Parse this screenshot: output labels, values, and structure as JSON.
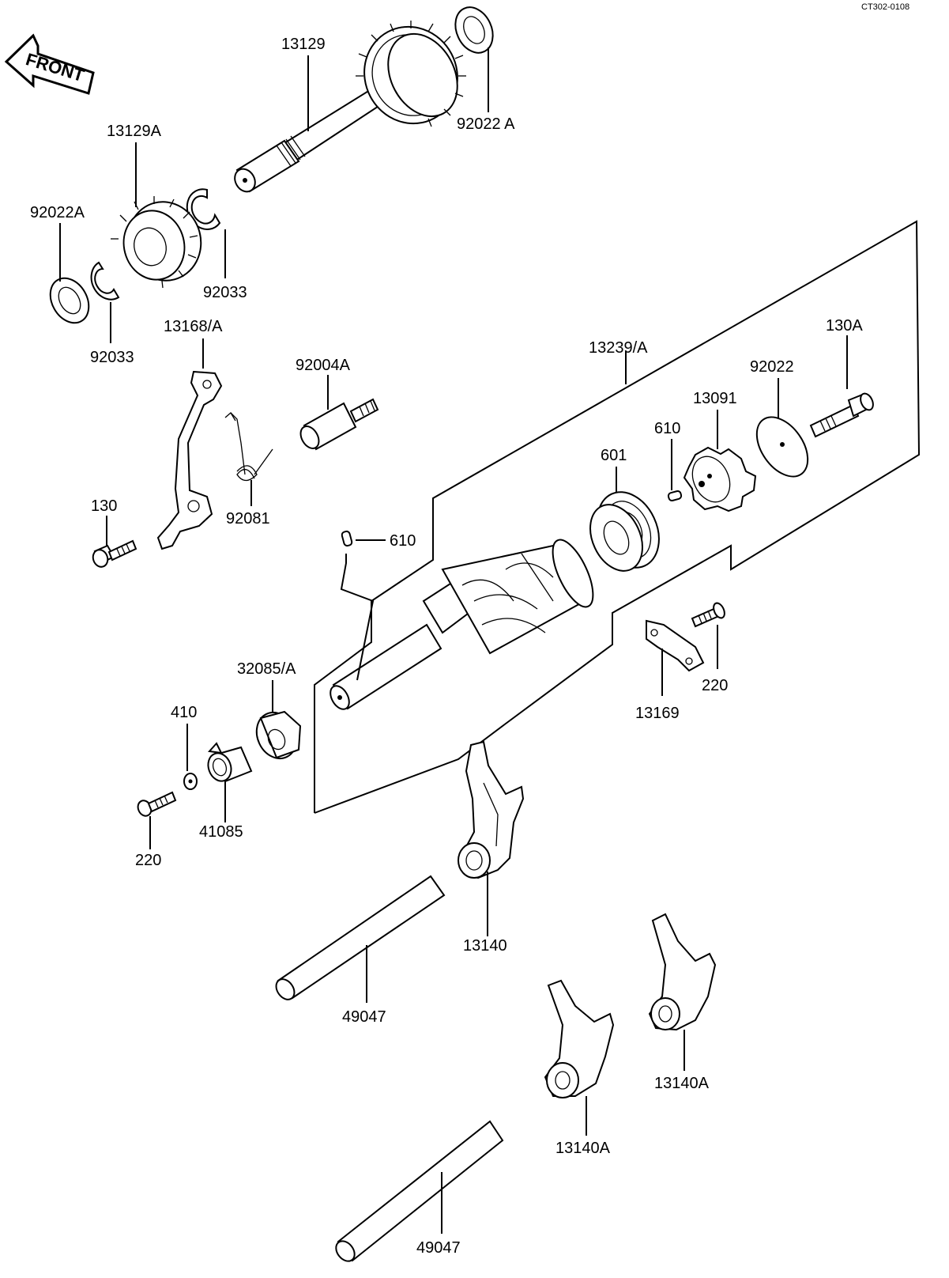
{
  "corner_code": "CT302-0108",
  "front_arrow_label": "FRONT",
  "labels": {
    "p13129": "13129",
    "p92022A_top": "92022 A",
    "p13129A": "13129A",
    "p92022A_left": "92022A",
    "p92033_a": "92033",
    "p92033_b": "92033",
    "p13168A": "13168/A",
    "p92004A": "92004A",
    "p13239A": "13239/A",
    "p130A": "130A",
    "p92022": "92022",
    "p13091": "13091",
    "p610_a": "610",
    "p601": "601",
    "p92081": "92081",
    "p130": "130",
    "p610_b": "610",
    "p220_a": "220",
    "p13169": "13169",
    "p32085A": "32085/A",
    "p410": "410",
    "p41085": "41085",
    "p220_b": "220",
    "p13140": "13140",
    "p49047_a": "49047",
    "p13140A_a": "13140A",
    "p13140A_b": "13140A",
    "p49047_b": "49047"
  }
}
